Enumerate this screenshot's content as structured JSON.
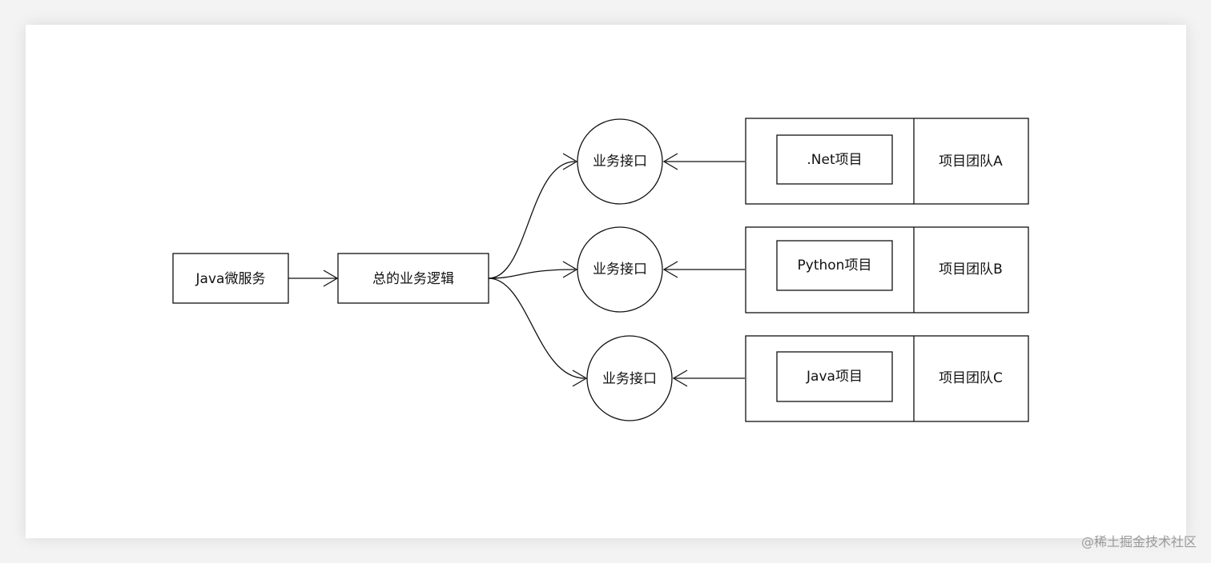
{
  "diagram": {
    "source_node": "Java微服务",
    "logic_node": "总的业务逻辑",
    "interfaces": [
      {
        "label": "业务接口"
      },
      {
        "label": "业务接口"
      },
      {
        "label": "业务接口"
      }
    ],
    "projects": [
      {
        "label": ".Net项目",
        "team": "项目团队A"
      },
      {
        "label": "Python项目",
        "team": "项目团队B"
      },
      {
        "label": "Java项目",
        "team": "项目团队C"
      }
    ]
  },
  "watermark": "@稀土掘金技术社区",
  "colors": {
    "stroke": "#111111",
    "card": "#ffffff",
    "background": "#f3f3f3",
    "watermark": "#9a9a9a"
  }
}
